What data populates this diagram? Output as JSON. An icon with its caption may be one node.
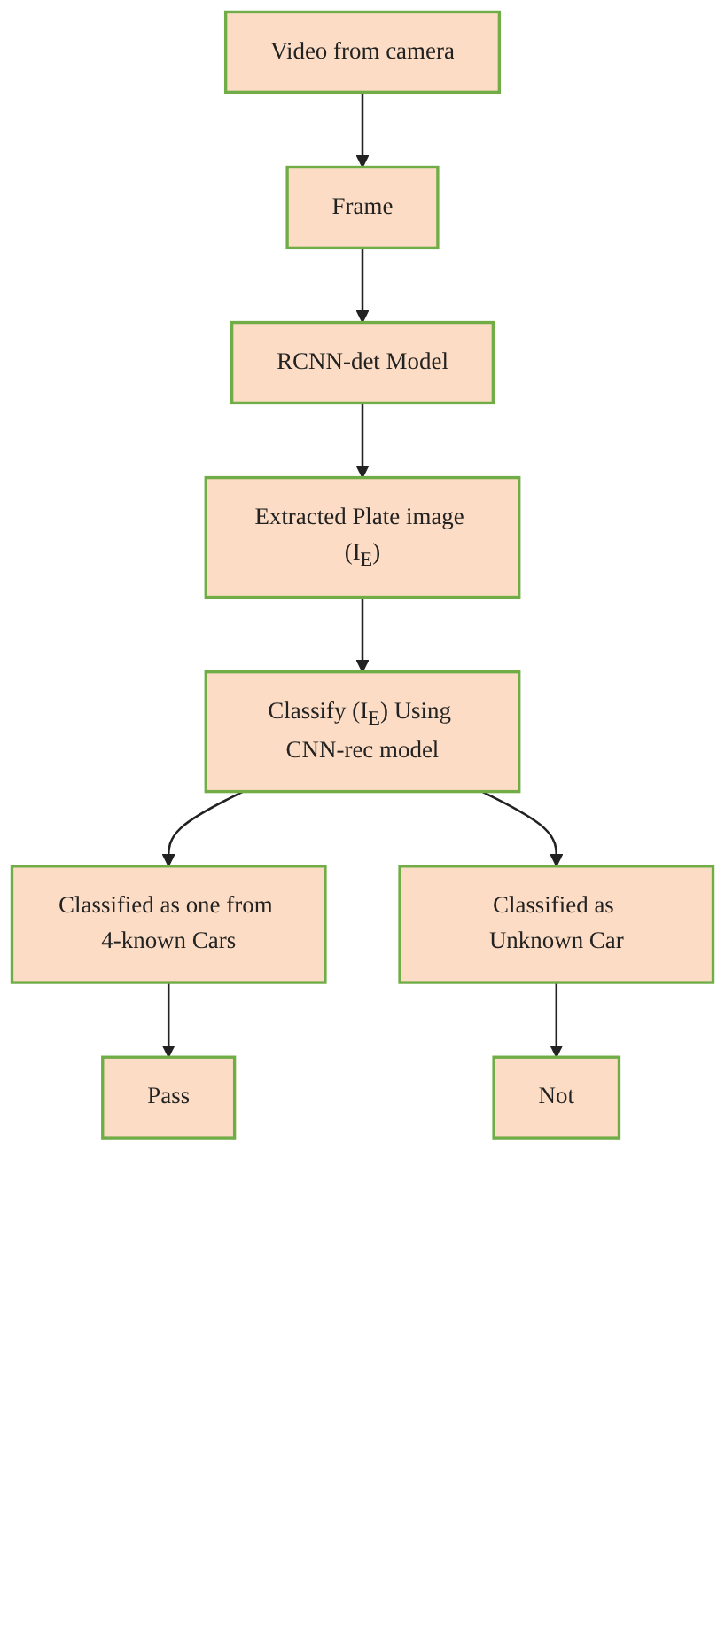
{
  "diagram": {
    "nodes": [
      {
        "text": [
          "Video from camera"
        ]
      },
      {
        "text": [
          "Frame"
        ]
      },
      {
        "text": [
          "RCNN-det Model"
        ]
      },
      {
        "text": [
          "Extracted Plate image (I$_{E}$)"
        ]
      },
      {
        "text": [
          "Classify (I$_{E}$) Using CNN-rec model"
        ]
      },
      {
        "text": [
          "Classified as one from 4-known Cars"
        ]
      },
      {
        "text": [
          "Classified as Unknown Car"
        ]
      },
      {
        "text": [
          "Pass"
        ]
      },
      {
        "text": [
          "Not"
        ]
      }
    ],
    "edges": [
      {
        "from": 0,
        "to": 1,
        "arrow": "to"
      },
      {
        "from": 1,
        "to": 2,
        "arrow": "to"
      },
      {
        "from": 2,
        "to": 3,
        "arrow": "to"
      },
      {
        "from": 3,
        "to": 4,
        "arrow": "to"
      },
      {
        "from": 4,
        "to": 5,
        "arrow": "to"
      },
      {
        "from": 4,
        "to": 6,
        "arrow": "to"
      },
      {
        "from": 5,
        "to": 7,
        "arrow": "to"
      },
      {
        "from": 6,
        "to": 8,
        "arrow": "to"
      }
    ]
  }
}
